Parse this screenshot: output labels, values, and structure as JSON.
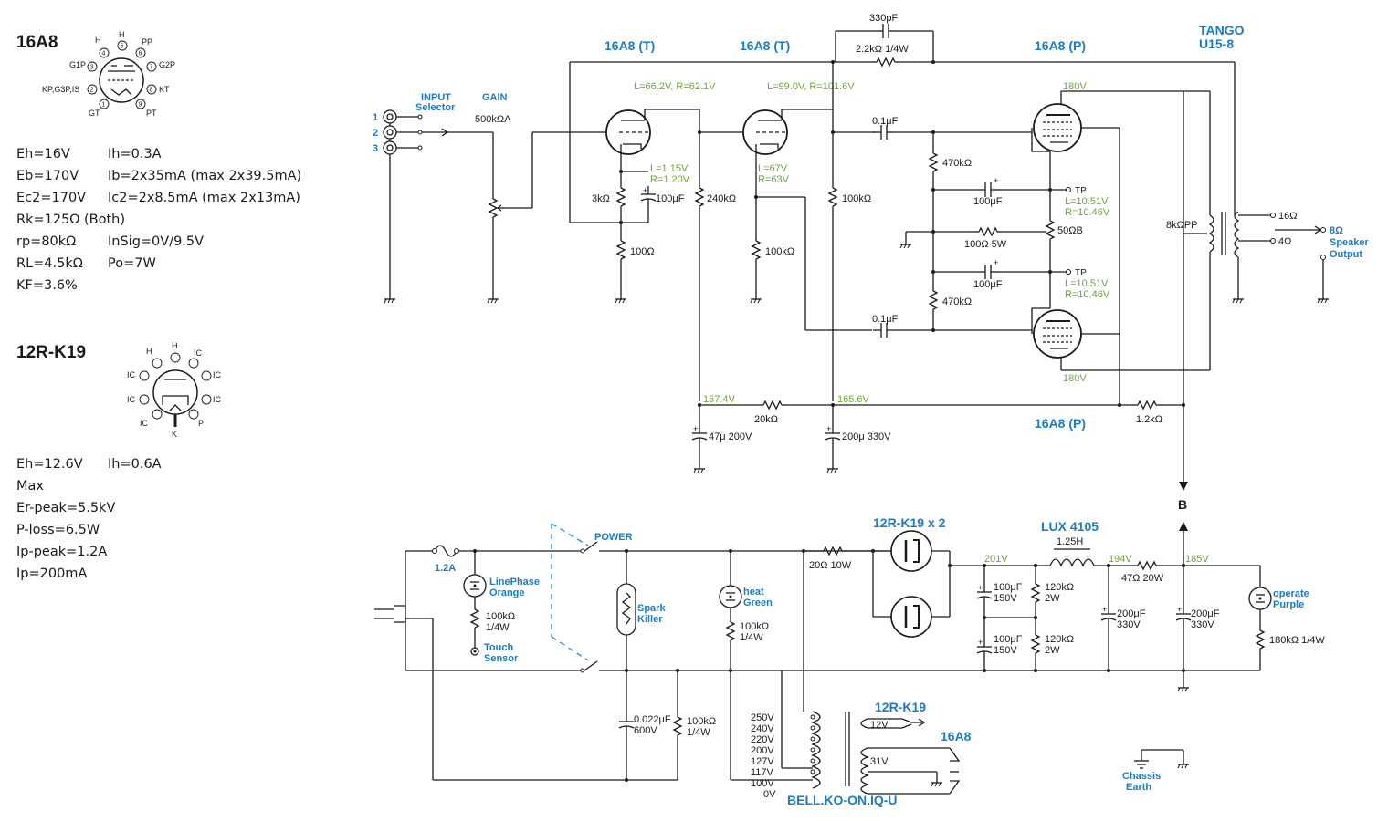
{
  "tubes": {
    "t16a8": {
      "name": "16A8",
      "pins": {
        "h1": "H",
        "pp": "PP",
        "g1p": "G1P",
        "g2p": "G2P",
        "kgis": "KP,G3P,IS",
        "kt": "KT",
        "gt": "GT",
        "pt": "PT",
        "n1": "1",
        "n2": "2",
        "n3": "3",
        "n4": "4",
        "n5": "5",
        "n6": "6",
        "n7": "7",
        "n8": "8",
        "n9": "9"
      },
      "specs": [
        [
          "Eh=16V",
          "Ih=0.3A"
        ],
        [
          "Eb=170V",
          "Ib=2x35mA (max 2x39.5mA)"
        ],
        [
          "Ec2=170V",
          "Ic2=2x8.5mA (max 2x13mA)"
        ],
        [
          "Rk=125Ω (Both)",
          ""
        ],
        [
          "rp=80kΩ",
          "InSig=0V/9.5V"
        ],
        [
          "RL=4.5kΩ",
          "Po=7W"
        ],
        [
          "KF=3.6%",
          ""
        ]
      ]
    },
    "t12rk19": {
      "name": "12R-K19",
      "pins": {
        "h1": "H",
        "h2": "H",
        "ic": "IC",
        "k": "K",
        "p": "P"
      },
      "specs": [
        "Eh=12.6V",
        "Ih=0.6A",
        "Max",
        "Er-peak=5.5kV",
        "P-loss=6.5W",
        "Ip-peak=1.2A",
        "Ip=200mA"
      ]
    }
  },
  "amp": {
    "stage1": "16A8 (T)",
    "stage2": "16A8 (T)",
    "out_top": "16A8 (P)",
    "out_bot": "16A8 (P)",
    "tango1": "TANGO",
    "tango2": "U15-8",
    "input1": "INPUT",
    "input2": "Selector",
    "gain": "GAIN",
    "pot": "500kΩA",
    "in1": "1",
    "in2": "2",
    "in3": "3",
    "v1": "L=66.2V, R=62.1V",
    "v2": "L=99.0V, R=101.6V",
    "v3": "180V",
    "v4": "180V",
    "vk1a": "L=1.15V",
    "vk1b": "R=1.20V",
    "vk2a": "L=67V",
    "vk2b": "R=63V",
    "vtp1a": "L=10.51V",
    "vtp1b": "R=10.46V",
    "vtp2a": "L=10.51V",
    "vtp2b": "R=10.46V",
    "vb1": "157.4V",
    "vb2": "165.6V",
    "c330": "330pF",
    "r22": "2.2kΩ 1/4W",
    "c01a": "0.1μF",
    "c01b": "0.1μF",
    "r470a": "470kΩ",
    "r470b": "470kΩ",
    "c100a": "100μF",
    "c100b": "100μF",
    "c100c": "100μF",
    "r100w": "100Ω 5W",
    "r50": "50ΩB",
    "tp1": "TP",
    "tp2": "TP",
    "r3k": "3kΩ",
    "r100": "100Ω",
    "r240": "240kΩ",
    "r100k1": "100kΩ",
    "r100k2": "100kΩ",
    "r20k": "20kΩ",
    "c47": "47μ 200V",
    "c200": "200μ 330V",
    "r12k": "1.2kΩ",
    "xf8k": "8kΩPP",
    "o16": "16Ω",
    "o4": "4Ω",
    "spk1": "8Ω",
    "spk2": "Speaker",
    "spk3": "Output",
    "b": "B"
  },
  "psu": {
    "fuse": "1.2A",
    "lp1": "LinePhase",
    "lp2": "Orange",
    "r100kl": "100kΩ",
    "r100kl2": "1/4W",
    "touch1": "Touch",
    "touch2": "Sensor",
    "power": "POWER",
    "spark1": "Spark",
    "spark2": "Killer",
    "heat1": "heat",
    "heat2": "Green",
    "r100kh": "100kΩ",
    "r100kh2": "1/4W",
    "c022": "0.022μF",
    "c022b": "600V",
    "r100kb": "100kΩ",
    "r100kb2": "1/4W",
    "r20": "20Ω 10W",
    "rect": "12R-K19 x 2",
    "lux": "LUX 4105",
    "choke": "1.25H",
    "v201": "201V",
    "v194": "194V",
    "v185": "185V",
    "c1a": "100μF",
    "c1b": "150V",
    "c2a": "100μF",
    "c2b": "150V",
    "r120a": "120kΩ",
    "r120a2": "2W",
    "r120b": "120kΩ",
    "r120b2": "2W",
    "r47": "47Ω 20W",
    "c200a": "200μF",
    "c200a2": "330V",
    "c200b": "200μF",
    "c200b2": "330V",
    "op1": "operate",
    "op2": "Purple",
    "r180": "180kΩ 1/4W",
    "taps": [
      "250V",
      "240V",
      "220V",
      "200V",
      "127V",
      "117V",
      "100V",
      "0V"
    ],
    "sec_rect": "12R-K19",
    "v12": "12V",
    "sec_amp": "16A8",
    "v31": "31V",
    "xfmr": "BELL.KO-ON.IQ-U",
    "chassis1": "Chassis",
    "chassis2": "Earth"
  }
}
